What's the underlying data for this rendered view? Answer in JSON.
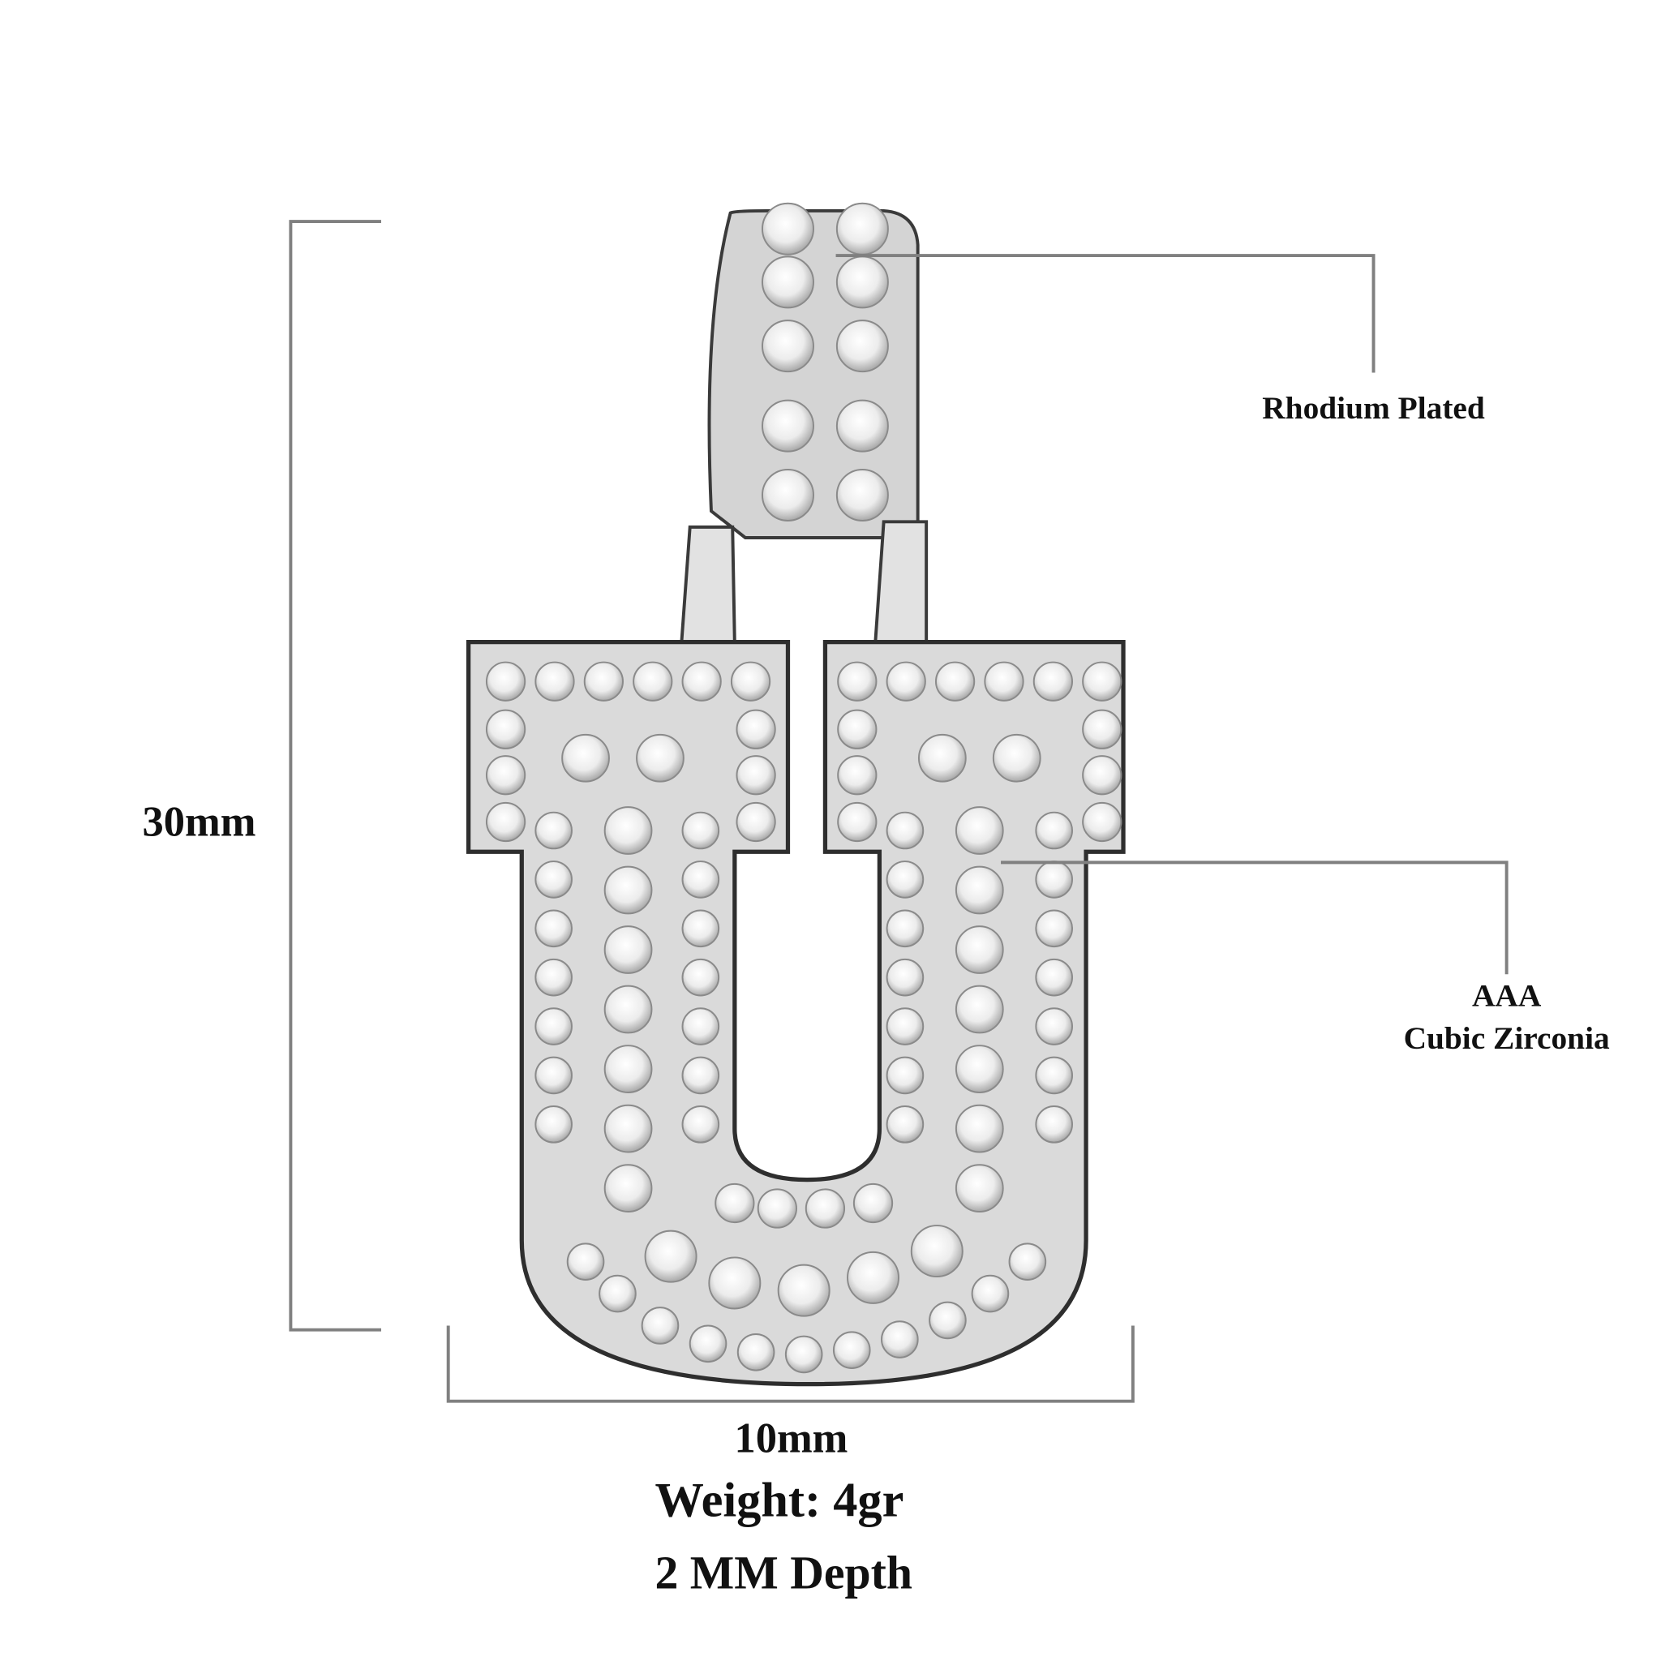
{
  "dimensions": {
    "height_label": "30mm",
    "width_label": "10mm",
    "weight_label": "Weight: 4gr",
    "depth_label": "2 MM Depth"
  },
  "callouts": {
    "plating": "Rhodium Plated",
    "stone_grade": "AAA",
    "stone_type": "Cubic Zirconia"
  },
  "product": {
    "letter": "U",
    "metal_color": "#d9d9d9",
    "line_color": "#808080"
  }
}
